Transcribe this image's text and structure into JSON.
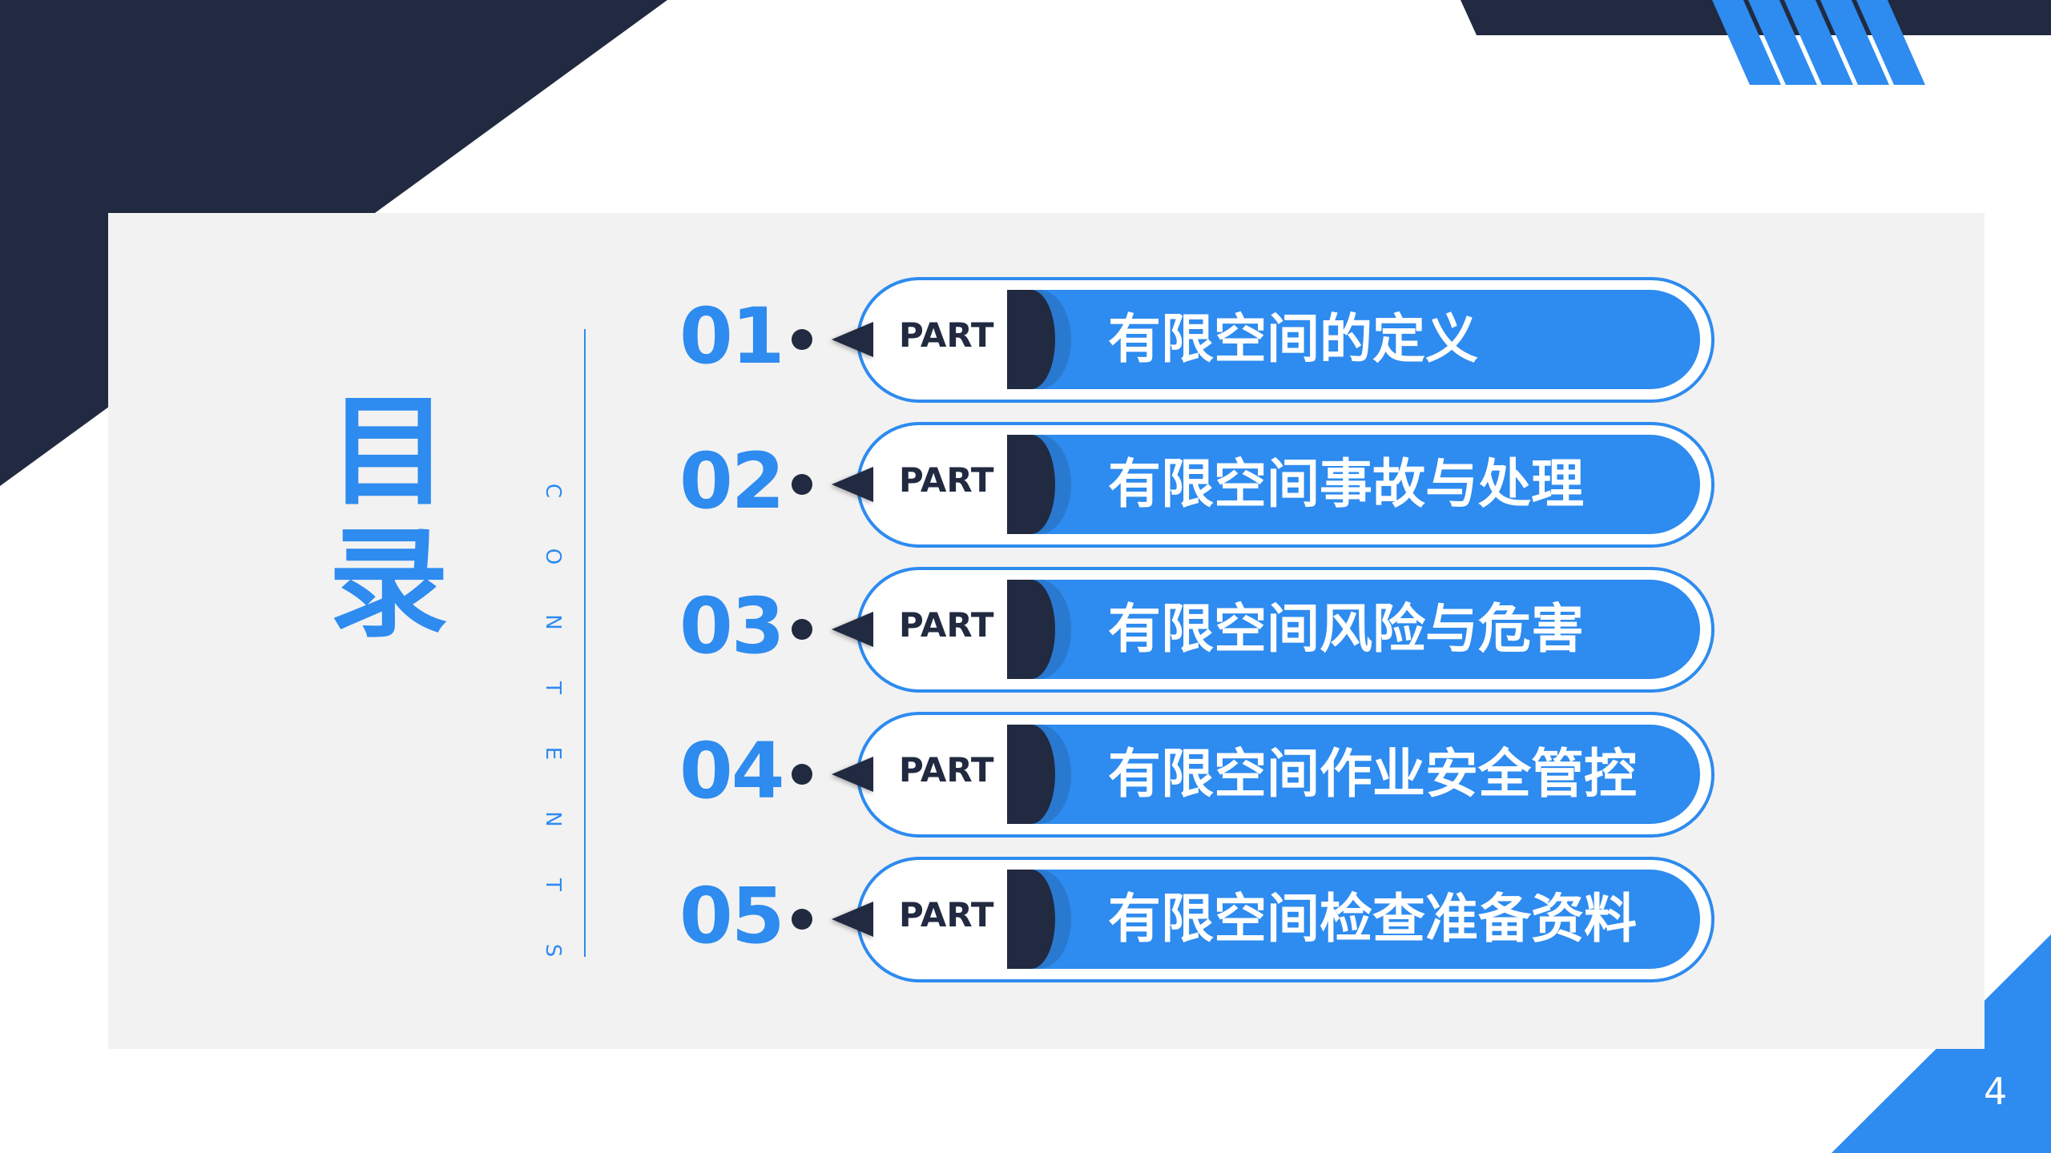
{
  "slide": {
    "title_chars": [
      "目",
      "录"
    ],
    "contents_letters": [
      "C",
      "O",
      "N",
      "T",
      "E",
      "N",
      "T",
      "S"
    ],
    "page_number": "4",
    "colors": {
      "accent": "#2e8bef",
      "dark": "#212a40",
      "panel": "#f2f2f2"
    }
  },
  "items": [
    {
      "num": "01",
      "part": "PART",
      "label": "有限空间的定义"
    },
    {
      "num": "02",
      "part": "PART",
      "label": "有限空间事故与处理"
    },
    {
      "num": "03",
      "part": "PART",
      "label": "有限空间风险与危害"
    },
    {
      "num": "04",
      "part": "PART",
      "label": "有限空间作业安全管控"
    },
    {
      "num": "05",
      "part": "PART",
      "label": "有限空间检查准备资料"
    }
  ]
}
